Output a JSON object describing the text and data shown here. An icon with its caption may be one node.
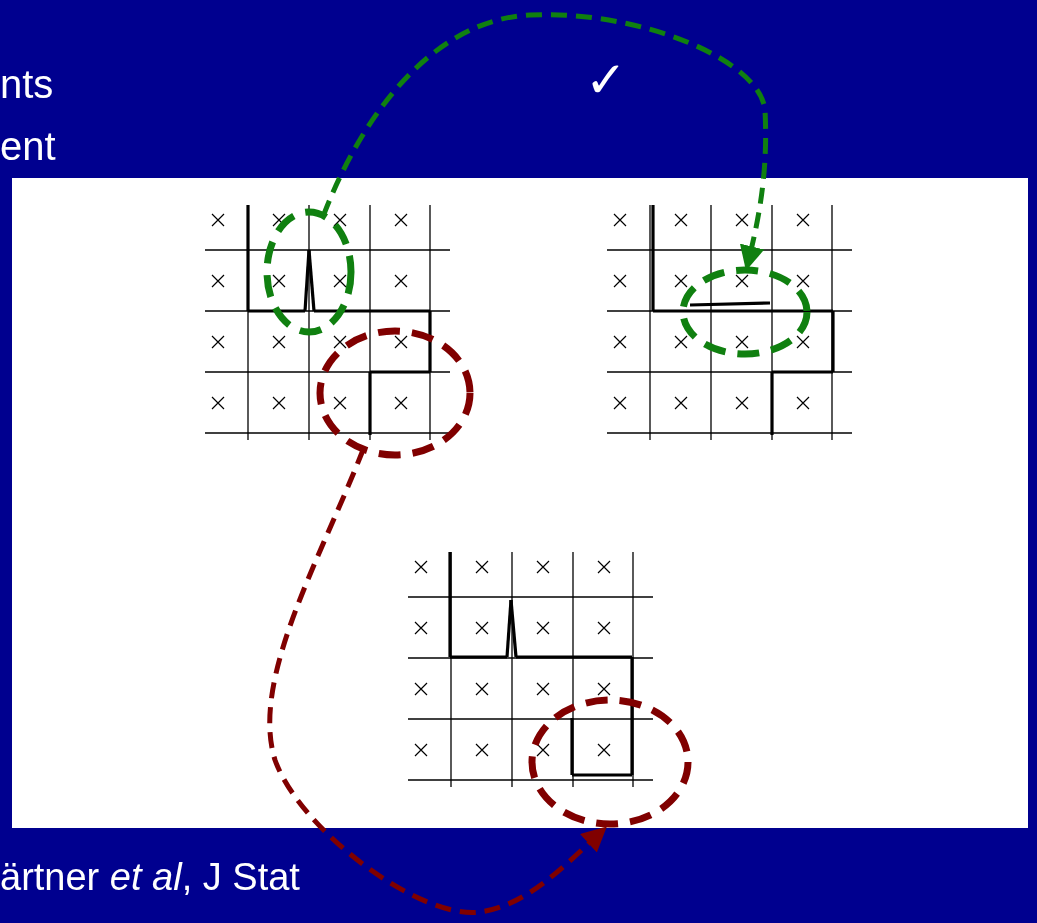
{
  "diagram": {
    "nodes": [
      {
        "text": [],
        "shape": "circle"
      },
      {
        "text": [],
        "shape": "circle"
      },
      {
        "text": [],
        "shape": "circle"
      },
      {
        "text": [],
        "shape": "circle"
      }
    ],
    "edges": [
      {
        "from": 0,
        "to": 1,
        "arrow": "to",
        "style": "dashed",
        "color": "#108010"
      },
      {
        "from": 2,
        "to": 3,
        "arrow": "to",
        "style": "dashed",
        "color": "#800000"
      }
    ],
    "labels": [
      "nts",
      "ent",
      "✓",
      "ärtner *et al*, J Stat"
    ]
  }
}
